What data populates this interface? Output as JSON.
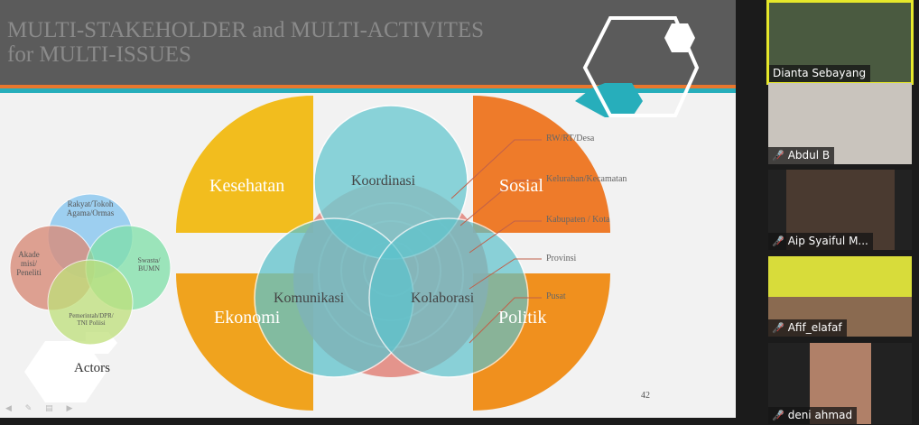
{
  "slide": {
    "title_line1": "MULTI-STAKEHOLDER and MULTI-ACTIVITES",
    "title_line2": "for MULTI-ISSUES",
    "quadrants": [
      "Kesehatan",
      "Sosial",
      "Ekonomi",
      "Politik"
    ],
    "circles": [
      "Koordinasi",
      "Komunikasi",
      "Kolaborasi"
    ],
    "levels": [
      "RW/RT/Desa",
      "Kelurahan/Kecamatan",
      "Kabupaten / Kota",
      "Provinsi",
      "Pusat"
    ],
    "actors": {
      "top_1": "Rakyat/Tokoh",
      "top_2": "Agama/Ormas",
      "left_1": "Akade",
      "left_2": "misi/",
      "left_3": "Peneliti",
      "right_1": "Swasta/",
      "right_2": "BUMN",
      "bottom_1": "Pemerintah/DPR/",
      "bottom_2": "TNI Poliisi",
      "label": "Actors"
    },
    "page_number": "42"
  },
  "participants": [
    {
      "name": "Dianta Sebayang",
      "active": true
    },
    {
      "name": "Abdul B",
      "muted": true
    },
    {
      "name": "Aip Syaiful M...",
      "muted": true
    },
    {
      "name": "Afif_elafaf",
      "muted": true
    },
    {
      "name": "deni ahmad",
      "muted": true
    }
  ],
  "colors": {
    "yellow": "#f2bd1e",
    "orange": "#ee7b2a",
    "teal": "#27aebb",
    "active_border": "#e6e82a"
  }
}
